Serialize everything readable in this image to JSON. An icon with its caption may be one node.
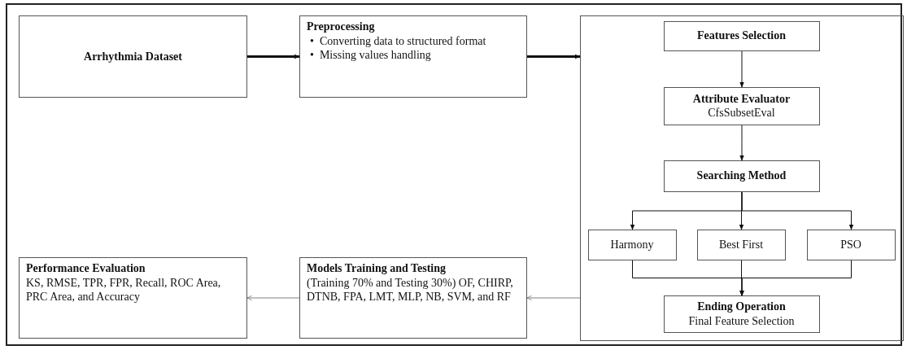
{
  "diagram": {
    "nodes": [
      {
        "text": [
          "Arrhythmia Dataset"
        ]
      },
      {
        "text": [
          "Preprocessing",
          "•  Converting data to structured format",
          "•  Missing values handling"
        ]
      },
      {
        "text": [],
        "shape": "box"
      },
      {
        "text": [
          "Features Selection"
        ],
        "in": 2
      },
      {
        "text": [
          "Attribute Evaluator",
          "CfsSubsetEval"
        ],
        "in": 2
      },
      {
        "text": [
          "Searching Method"
        ],
        "in": 2
      },
      {
        "text": [
          "Harmony"
        ],
        "in": 2
      },
      {
        "text": [
          "Best First"
        ],
        "in": 2
      },
      {
        "text": [
          "PSO"
        ],
        "in": 2
      },
      {
        "text": [
          "Ending Operation",
          "Final Feature Selection"
        ],
        "in": 2
      },
      {
        "text": [
          "Models Training and Testing",
          "(Training 70% and Testing 30%) OF, CHIRP, DTNB, FPA, LMT, MLP, NB, SVM, and RF"
        ]
      },
      {
        "text": [
          "Performance Evaluation",
          "KS, RMSE, TPR, FPR, Recall, ROC Area, PRC Area, and Accuracy"
        ]
      }
    ],
    "edges": [
      {
        "from": 0,
        "to": 1,
        "arrow": "to",
        "style": "thick"
      },
      {
        "from": 1,
        "to": 2,
        "arrow": "to",
        "style": "thick"
      },
      {
        "from": 3,
        "to": 4,
        "arrow": "to"
      },
      {
        "from": 4,
        "to": 5,
        "arrow": "to"
      },
      {
        "from": 5,
        "to": 6,
        "arrow": "to"
      },
      {
        "from": 5,
        "to": 7,
        "arrow": "to"
      },
      {
        "from": 5,
        "to": 8,
        "arrow": "to"
      },
      {
        "from": 6,
        "to": 9,
        "arrow": "to"
      },
      {
        "from": 7,
        "to": 9,
        "arrow": "to"
      },
      {
        "from": 8,
        "to": 9,
        "arrow": "to"
      },
      {
        "from": 2,
        "to": 10,
        "arrow": "to",
        "color": "#808080"
      },
      {
        "from": 10,
        "to": 11,
        "arrow": "to",
        "color": "#808080"
      }
    ]
  }
}
